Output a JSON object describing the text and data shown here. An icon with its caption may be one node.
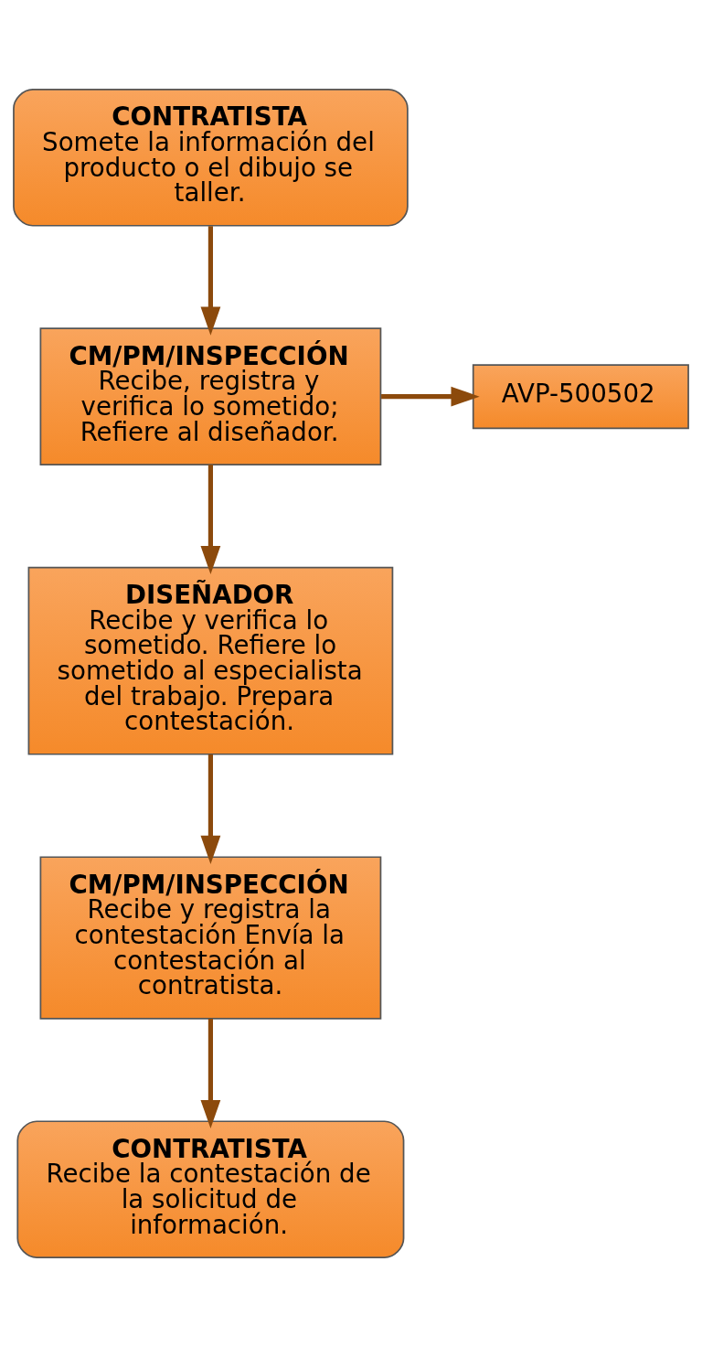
{
  "diagram": {
    "nodes": [
      {
        "text": [
          "CONTRATISTA",
          "Somete la información del producto o el dibujo se taller."
        ]
      },
      {
        "text": [
          "CM/PM/INSPECCIÓN",
          "Recibe, registra y verifica lo sometido; Refiere al diseñador."
        ]
      },
      {
        "text": [
          "AVP-500502"
        ]
      },
      {
        "text": [
          "DISEÑADOR",
          "Recibe y verifica lo sometido. Refiere lo sometido al especialista del trabajo. Prepara contestación."
        ]
      },
      {
        "text": [
          "CM/PM/INSPECCIÓN",
          "Recibe y registra la contestación Envía la contestación al contratista."
        ]
      },
      {
        "text": [
          "CONTRATISTA",
          "Recibe la contestación de la solicitud de información."
        ]
      }
    ],
    "edges": [
      {
        "from": 0,
        "to": 1,
        "arrow": "to"
      },
      {
        "from": 1,
        "to": 2,
        "arrow": "to"
      },
      {
        "from": 1,
        "to": 3,
        "arrow": "to"
      },
      {
        "from": 3,
        "to": 4,
        "arrow": "to"
      },
      {
        "from": 4,
        "to": 5,
        "arrow": "to"
      }
    ]
  }
}
